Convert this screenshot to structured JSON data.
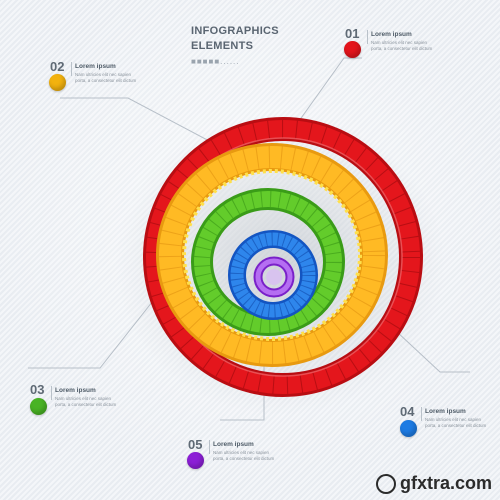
{
  "title": {
    "line1": "INFOGRAPHICS",
    "line2": "ELEMENTS",
    "dots": "■■■■■......"
  },
  "items": [
    {
      "number": "01",
      "heading": "Lorem ipsum",
      "text": "Nam ultricies elit nec sapien porta, a consectetur elit dictum",
      "color": "#e3141b"
    },
    {
      "number": "02",
      "heading": "Lorem ipsum",
      "text": "Nam ultricies elit nec sapien porta, a consectetur elit dictum",
      "color": "#f2b20f"
    },
    {
      "number": "03",
      "heading": "Lorem ipsum",
      "text": "Nam ultricies elit nec sapien porta, a consectetur elit dictum",
      "color": "#49b324"
    },
    {
      "number": "04",
      "heading": "Lorem ipsum",
      "text": "Nam ultricies elit nec sapien porta, a consectetur elit dictum",
      "color": "#1d7be3"
    },
    {
      "number": "05",
      "heading": "Lorem ipsum",
      "text": "Nam ultricies elit nec sapien porta, a consectetur elit dictum",
      "color": "#8c1fd6"
    }
  ],
  "watermark": "gfxtra.com"
}
